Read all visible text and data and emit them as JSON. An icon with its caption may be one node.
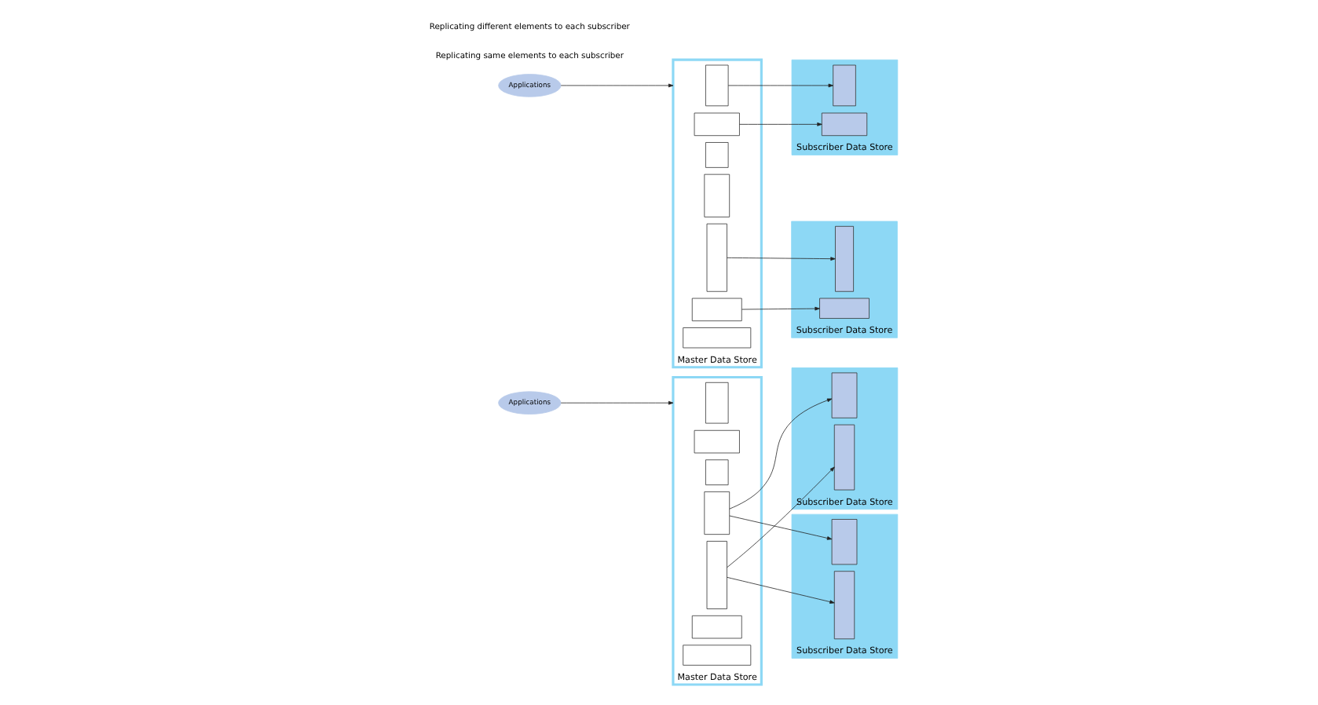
{
  "diagram": {
    "nodes": [
      {
        "text": [
          "Applications"
        ]
      },
      {
        "text": [
          "Master Data Store"
        ]
      },
      {
        "text": [],
        "shape": "box",
        "in": 1
      },
      {
        "text": [],
        "shape": "box",
        "in": 1
      },
      {
        "text": [],
        "shape": "box",
        "in": 1
      },
      {
        "text": [],
        "shape": "box",
        "in": 1
      },
      {
        "text": [],
        "shape": "box",
        "in": 1
      },
      {
        "text": [],
        "shape": "box",
        "in": 1
      },
      {
        "text": [],
        "shape": "box",
        "in": 1
      },
      {
        "text": [
          "Subscriber Data Store"
        ]
      },
      {
        "text": [],
        "shape": "box",
        "in": 9
      },
      {
        "text": [],
        "shape": "box",
        "in": 9
      },
      {
        "text": [
          "Subscriber Data Store"
        ]
      },
      {
        "text": [],
        "shape": "box",
        "in": 12
      },
      {
        "text": [],
        "shape": "box",
        "in": 12
      },
      {
        "text": [
          "Applications"
        ]
      },
      {
        "text": [
          "Master Data Store"
        ]
      },
      {
        "text": [],
        "shape": "box",
        "in": 16
      },
      {
        "text": [],
        "shape": "box",
        "in": 16
      },
      {
        "text": [],
        "shape": "box",
        "in": 16
      },
      {
        "text": [],
        "shape": "box",
        "in": 16
      },
      {
        "text": [],
        "shape": "box",
        "in": 16
      },
      {
        "text": [],
        "shape": "box",
        "in": 16
      },
      {
        "text": [],
        "shape": "box",
        "in": 16
      },
      {
        "text": [
          "Subscriber Data Store"
        ]
      },
      {
        "text": [],
        "shape": "box",
        "in": 24
      },
      {
        "text": [],
        "shape": "box",
        "in": 24
      },
      {
        "text": [
          "Subscriber Data Store"
        ]
      },
      {
        "text": [],
        "shape": "box",
        "in": 27
      },
      {
        "text": [],
        "shape": "box",
        "in": 27
      }
    ],
    "edges": [
      {
        "from": 0,
        "to": 1,
        "arrow": "to"
      },
      {
        "from": 5,
        "to": 10,
        "arrow": "to"
      },
      {
        "from": 6,
        "to": 11,
        "arrow": "to"
      },
      {
        "from": 5,
        "to": 13,
        "arrow": "to"
      },
      {
        "from": 6,
        "to": 14,
        "arrow": "to"
      },
      {
        "from": 15,
        "to": 16,
        "arrow": "to"
      },
      {
        "from": 17,
        "to": 25,
        "arrow": "to"
      },
      {
        "from": 18,
        "to": 26,
        "arrow": "to"
      },
      {
        "from": 22,
        "to": 28,
        "arrow": "to"
      },
      {
        "from": 21,
        "to": 29,
        "arrow": "to"
      }
    ],
    "labels": [
      "Replicating same elements to each subscriber",
      "Replicating different elements to each subscriber"
    ]
  }
}
